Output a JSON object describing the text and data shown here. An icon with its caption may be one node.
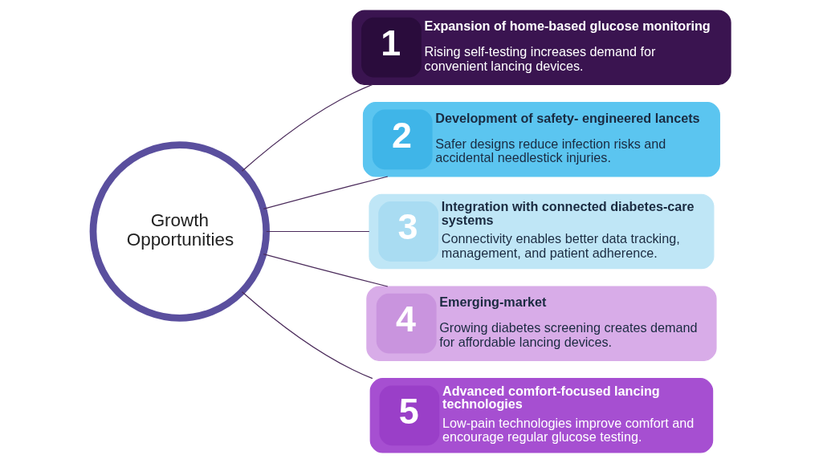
{
  "diagram": {
    "nodes": [
      {
        "text": [
          "Growth Opportunities"
        ]
      },
      {
        "text": [
          "1",
          "Expansion of home-based glucose monitoring",
          "Rising self-testing increases demand for convenient lancing devices."
        ]
      },
      {
        "text": [
          "2",
          "Development of safety- engineered lancets",
          "Safer designs reduce infection risks and accidental needlestick injuries."
        ]
      },
      {
        "text": [
          "3",
          "Integration with connected diabetes-care systems",
          "Connectivity enables better data tracking, management, and patient adherence."
        ]
      },
      {
        "text": [
          "4",
          "Emerging-market",
          "Growing diabetes screening creates demand for affordable lancing devices."
        ]
      },
      {
        "text": [
          "5",
          "Advanced comfort-focused lancing technologies",
          "Low-pain technologies improve comfort and encourage regular glucose testing."
        ]
      }
    ],
    "edges": [
      {
        "from": 0,
        "to": 1,
        "arrow": "none"
      },
      {
        "from": 0,
        "to": 2,
        "arrow": "none"
      },
      {
        "from": 0,
        "to": 3,
        "arrow": "none"
      },
      {
        "from": 0,
        "to": 4,
        "arrow": "none"
      },
      {
        "from": 0,
        "to": 5,
        "arrow": "none"
      }
    ]
  }
}
